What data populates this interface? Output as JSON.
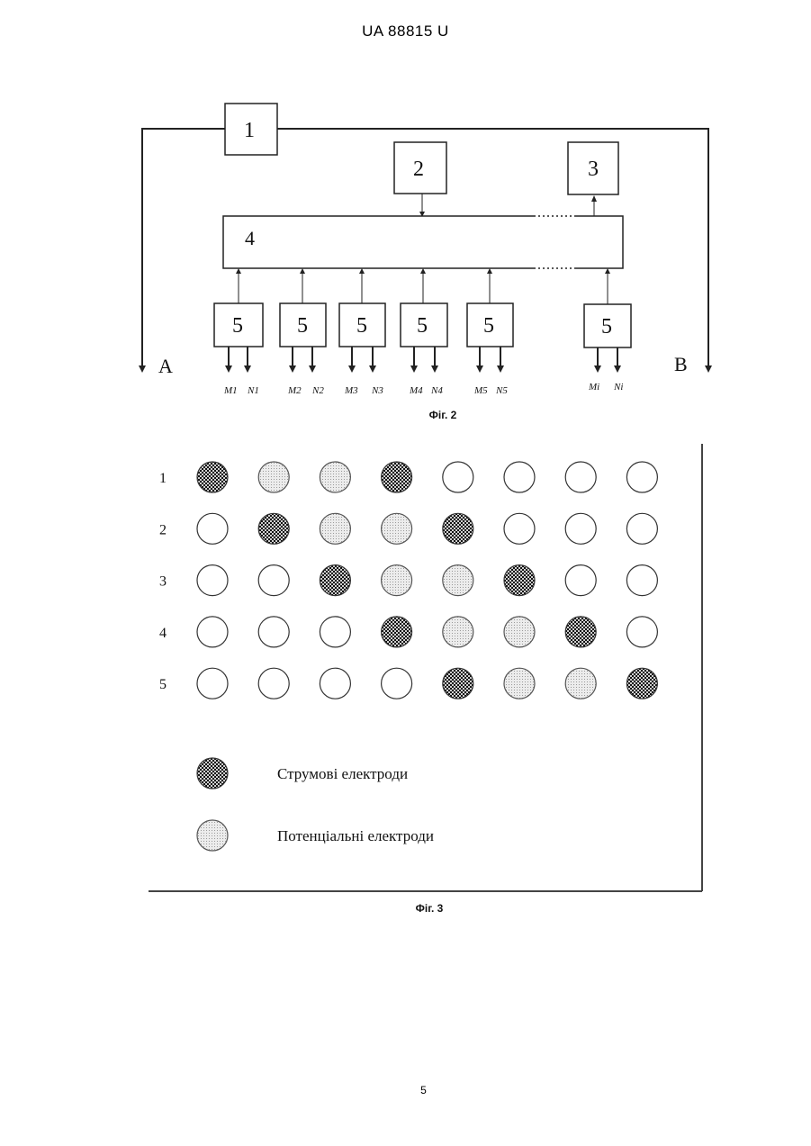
{
  "header": {
    "text": "UA   88815   U"
  },
  "figure2": {
    "caption": "Фіг. 2",
    "block1": "1",
    "block2": "2",
    "block3": "3",
    "block4": "4",
    "module_label": "5",
    "label_a": "A",
    "label_b": "B",
    "modules": [
      {
        "label": "5",
        "m": "M1",
        "n": "N1"
      },
      {
        "label": "5",
        "m": "M2",
        "n": "N2"
      },
      {
        "label": "5",
        "m": "M3",
        "n": "N3"
      },
      {
        "label": "5",
        "m": "M4",
        "n": "N4"
      },
      {
        "label": "5",
        "m": "M5",
        "n": "N5"
      },
      {
        "label": "5",
        "m": "Mi",
        "n": "Ni"
      }
    ]
  },
  "figure3": {
    "caption": "Фіг. 3",
    "row_labels": [
      "1",
      "2",
      "3",
      "4",
      "5"
    ],
    "grid": [
      [
        "current",
        "potential",
        "potential",
        "current",
        "none",
        "none",
        "none",
        "none"
      ],
      [
        "none",
        "current",
        "potential",
        "potential",
        "current",
        "none",
        "none",
        "none"
      ],
      [
        "none",
        "none",
        "current",
        "potential",
        "potential",
        "current",
        "none",
        "none"
      ],
      [
        "none",
        "none",
        "none",
        "current",
        "potential",
        "potential",
        "current",
        "none"
      ],
      [
        "none",
        "none",
        "none",
        "none",
        "current",
        "potential",
        "potential",
        "current"
      ]
    ],
    "legend": [
      {
        "type": "current",
        "label": "Струмові  електроди"
      },
      {
        "type": "potential",
        "label": "Потенціальні  електроди"
      }
    ]
  },
  "page_number": "5"
}
